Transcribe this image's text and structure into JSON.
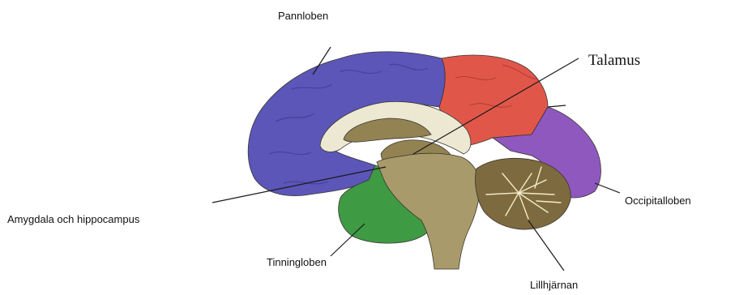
{
  "labels": {
    "pannloben": "Pannloben",
    "talamus": "Talamus",
    "occipitalloben": "Occipitalloben",
    "amygdala": "Amygdala och hippocampus",
    "tinningloben": "Tinningloben",
    "lillhjarnan": "Lillhjärnan"
  },
  "colors": {
    "frontal_lobe": "#5b56b8",
    "parietal_lobe": "#e0574a",
    "occipital_lobe": "#8e58bf",
    "temporal_lobe": "#3f9a44",
    "brainstem": "#a89a6a",
    "cerebellum": "#7d6a3e",
    "corpus_callosum": "#ece8d2",
    "thalamus": "#938352"
  }
}
